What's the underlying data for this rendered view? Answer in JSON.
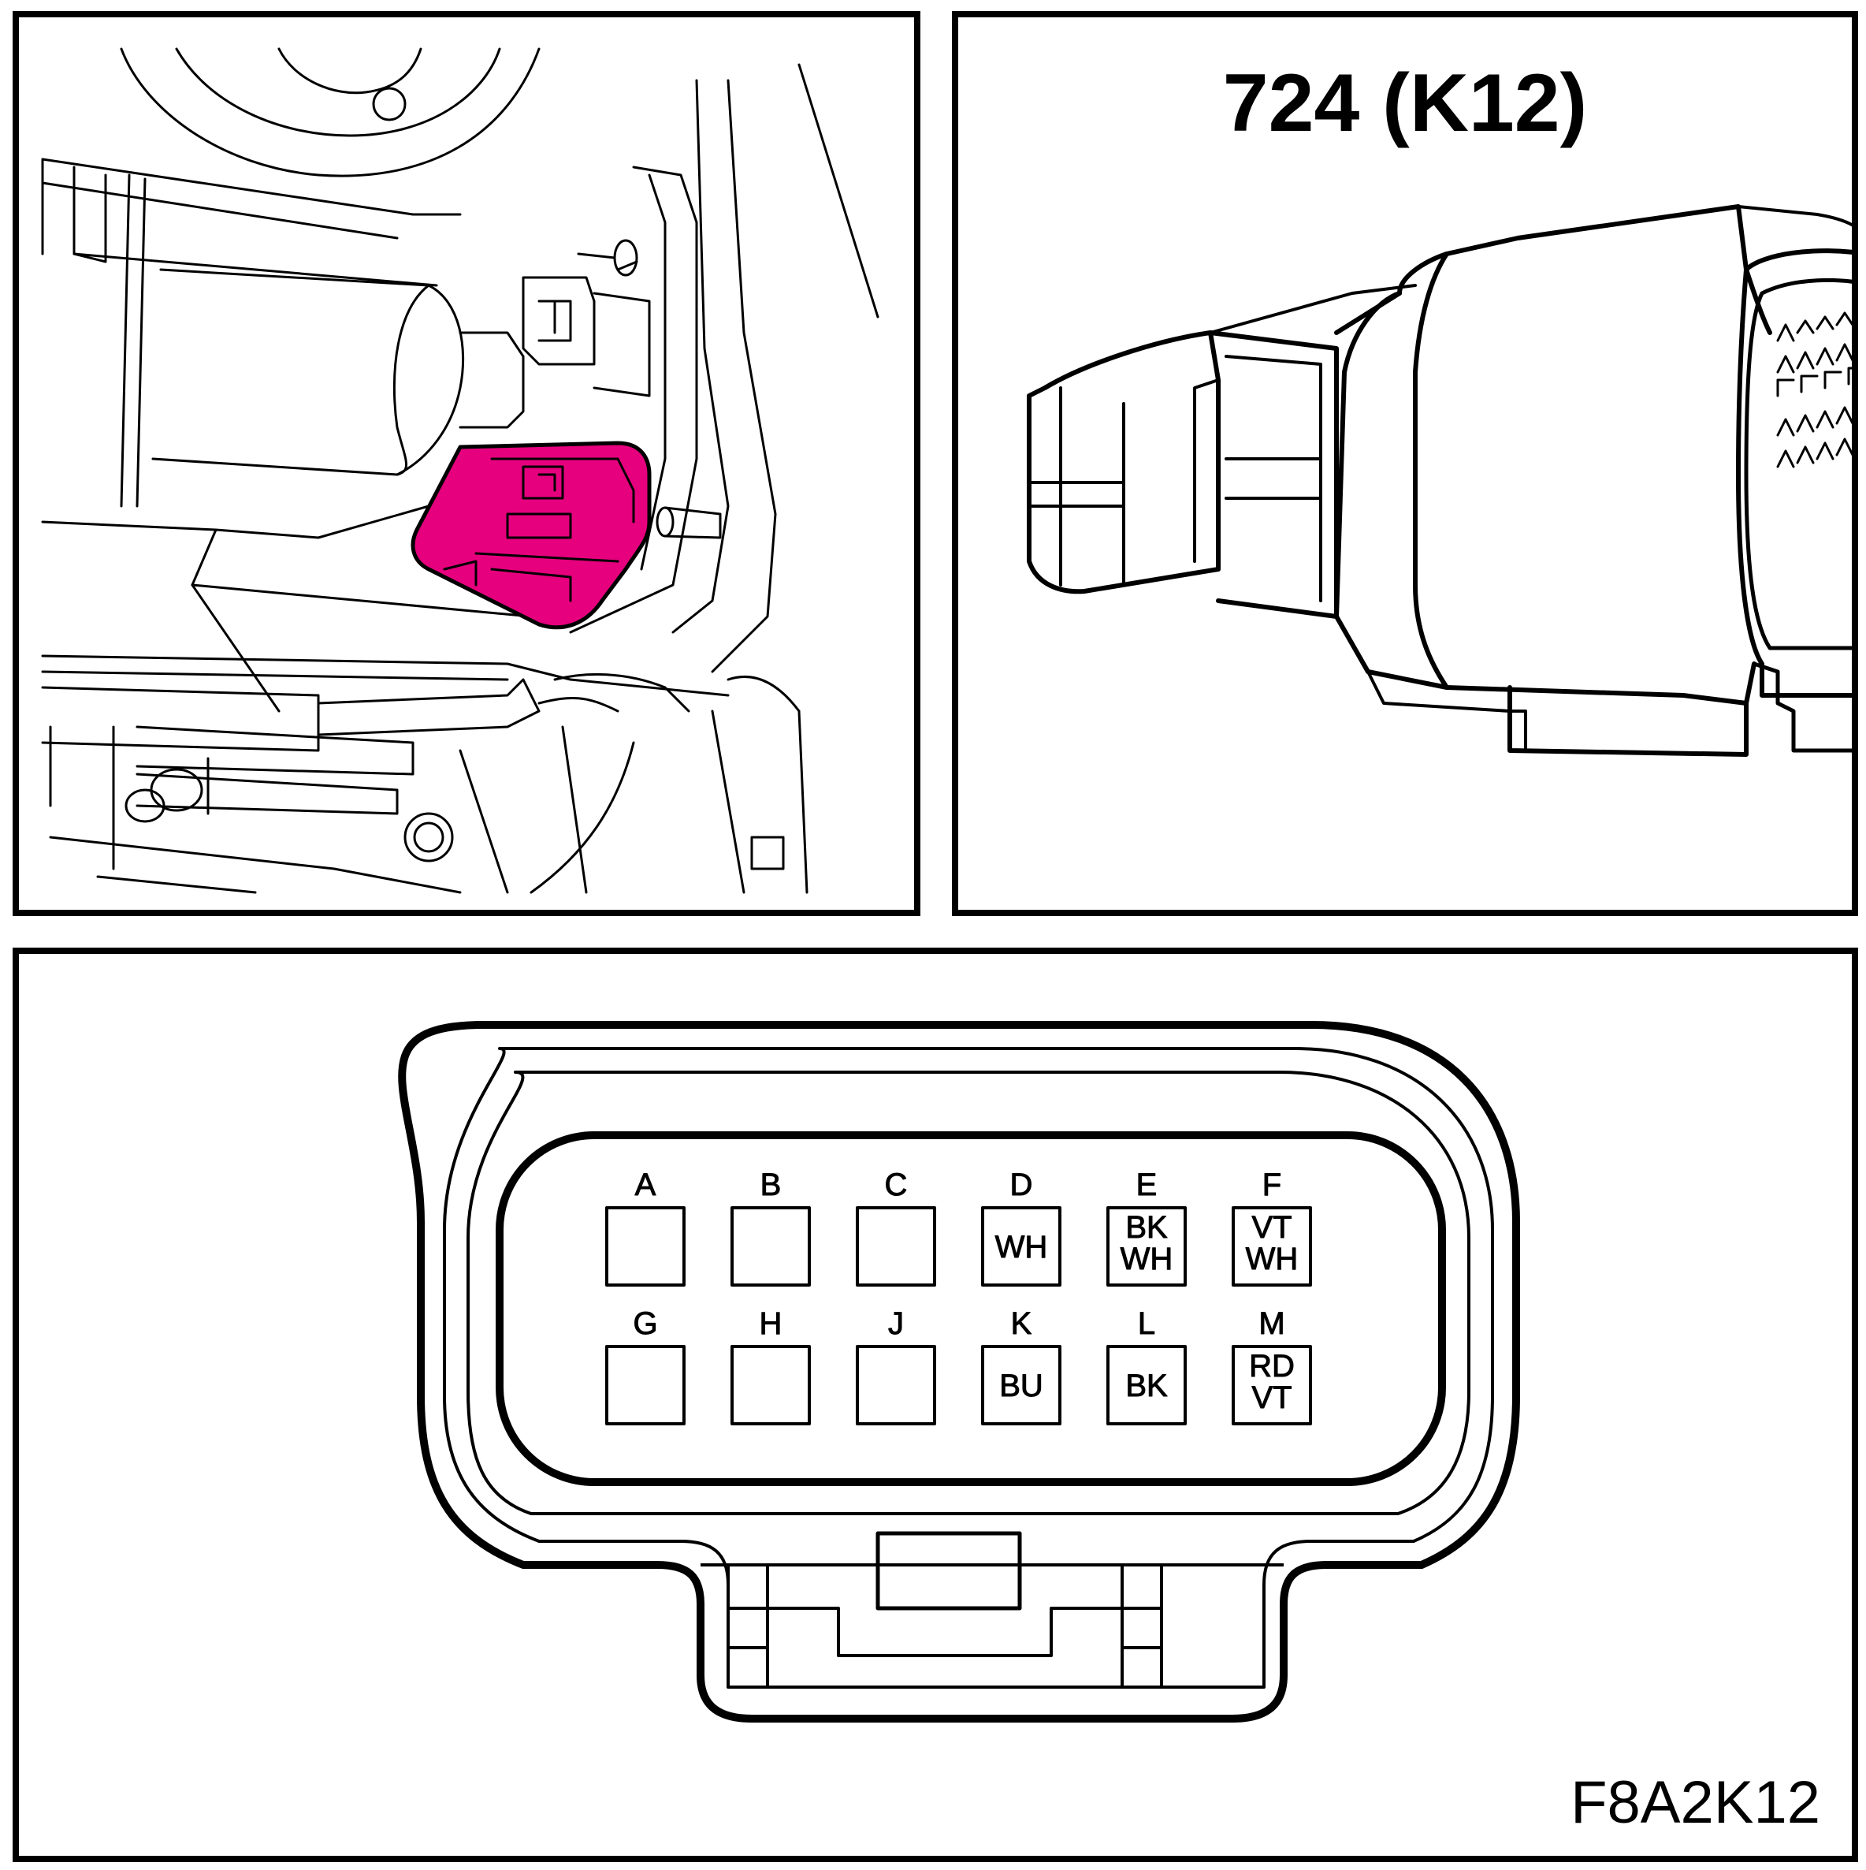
{
  "location_panel": {
    "highlight_color": "#e6007e"
  },
  "connector_panel": {
    "title": "724 (K12)"
  },
  "pinout": {
    "code": "F8A2K12",
    "rows": [
      [
        {
          "pin": "A",
          "wires": []
        },
        {
          "pin": "B",
          "wires": []
        },
        {
          "pin": "C",
          "wires": []
        },
        {
          "pin": "D",
          "wires": [
            "WH"
          ]
        },
        {
          "pin": "E",
          "wires": [
            "BK",
            "WH"
          ]
        },
        {
          "pin": "F",
          "wires": [
            "VT",
            "WH"
          ]
        }
      ],
      [
        {
          "pin": "G",
          "wires": []
        },
        {
          "pin": "H",
          "wires": []
        },
        {
          "pin": "J",
          "wires": []
        },
        {
          "pin": "K",
          "wires": [
            "BU"
          ]
        },
        {
          "pin": "L",
          "wires": [
            "BK"
          ]
        },
        {
          "pin": "M",
          "wires": [
            "RD",
            "VT"
          ]
        }
      ]
    ]
  }
}
